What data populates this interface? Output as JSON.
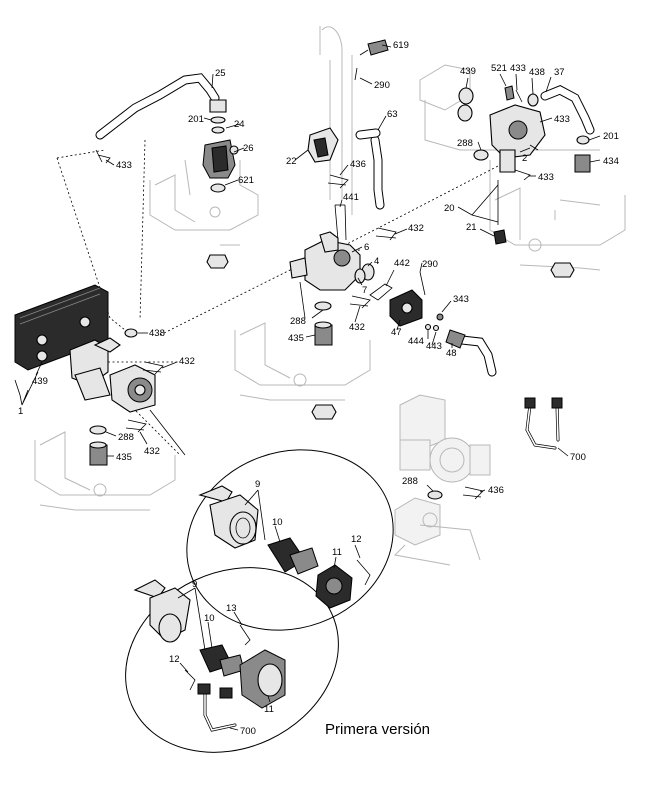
{
  "caption": "Primera versión",
  "labels": {
    "l619": "619",
    "l25": "25",
    "l290a": "290",
    "l201a": "201",
    "l24": "24",
    "l26": "26",
    "l621": "621",
    "l433a": "433",
    "l63": "63",
    "l22": "22",
    "l436a": "436",
    "l441": "441",
    "l432a": "432",
    "l6": "6",
    "l4": "4",
    "l442": "442",
    "l290b": "290",
    "l7": "7",
    "l288a": "288",
    "l432b": "432",
    "l343": "343",
    "l435a": "435",
    "l47": "47",
    "l444": "444",
    "l443": "443",
    "l48": "48",
    "l439a": "439",
    "l521": "521",
    "l433b": "433",
    "l438a": "438",
    "l37": "37",
    "l433c": "433",
    "l288b": "288",
    "l2": "2",
    "l201b": "201",
    "l434": "434",
    "l433d": "433",
    "l20": "20",
    "l21": "21",
    "l438b": "438",
    "l439b": "439",
    "l1": "1",
    "l432c": "432",
    "l288c": "288",
    "l432d": "432",
    "l435b": "435",
    "l700a": "700",
    "l288d": "288",
    "l436b": "436",
    "l9a": "9",
    "l10a": "10",
    "l12a": "12",
    "l11a": "11",
    "l9b": "9",
    "l10b": "10",
    "l13": "13",
    "l12b": "12",
    "l11b": "11",
    "l700b": "700"
  }
}
